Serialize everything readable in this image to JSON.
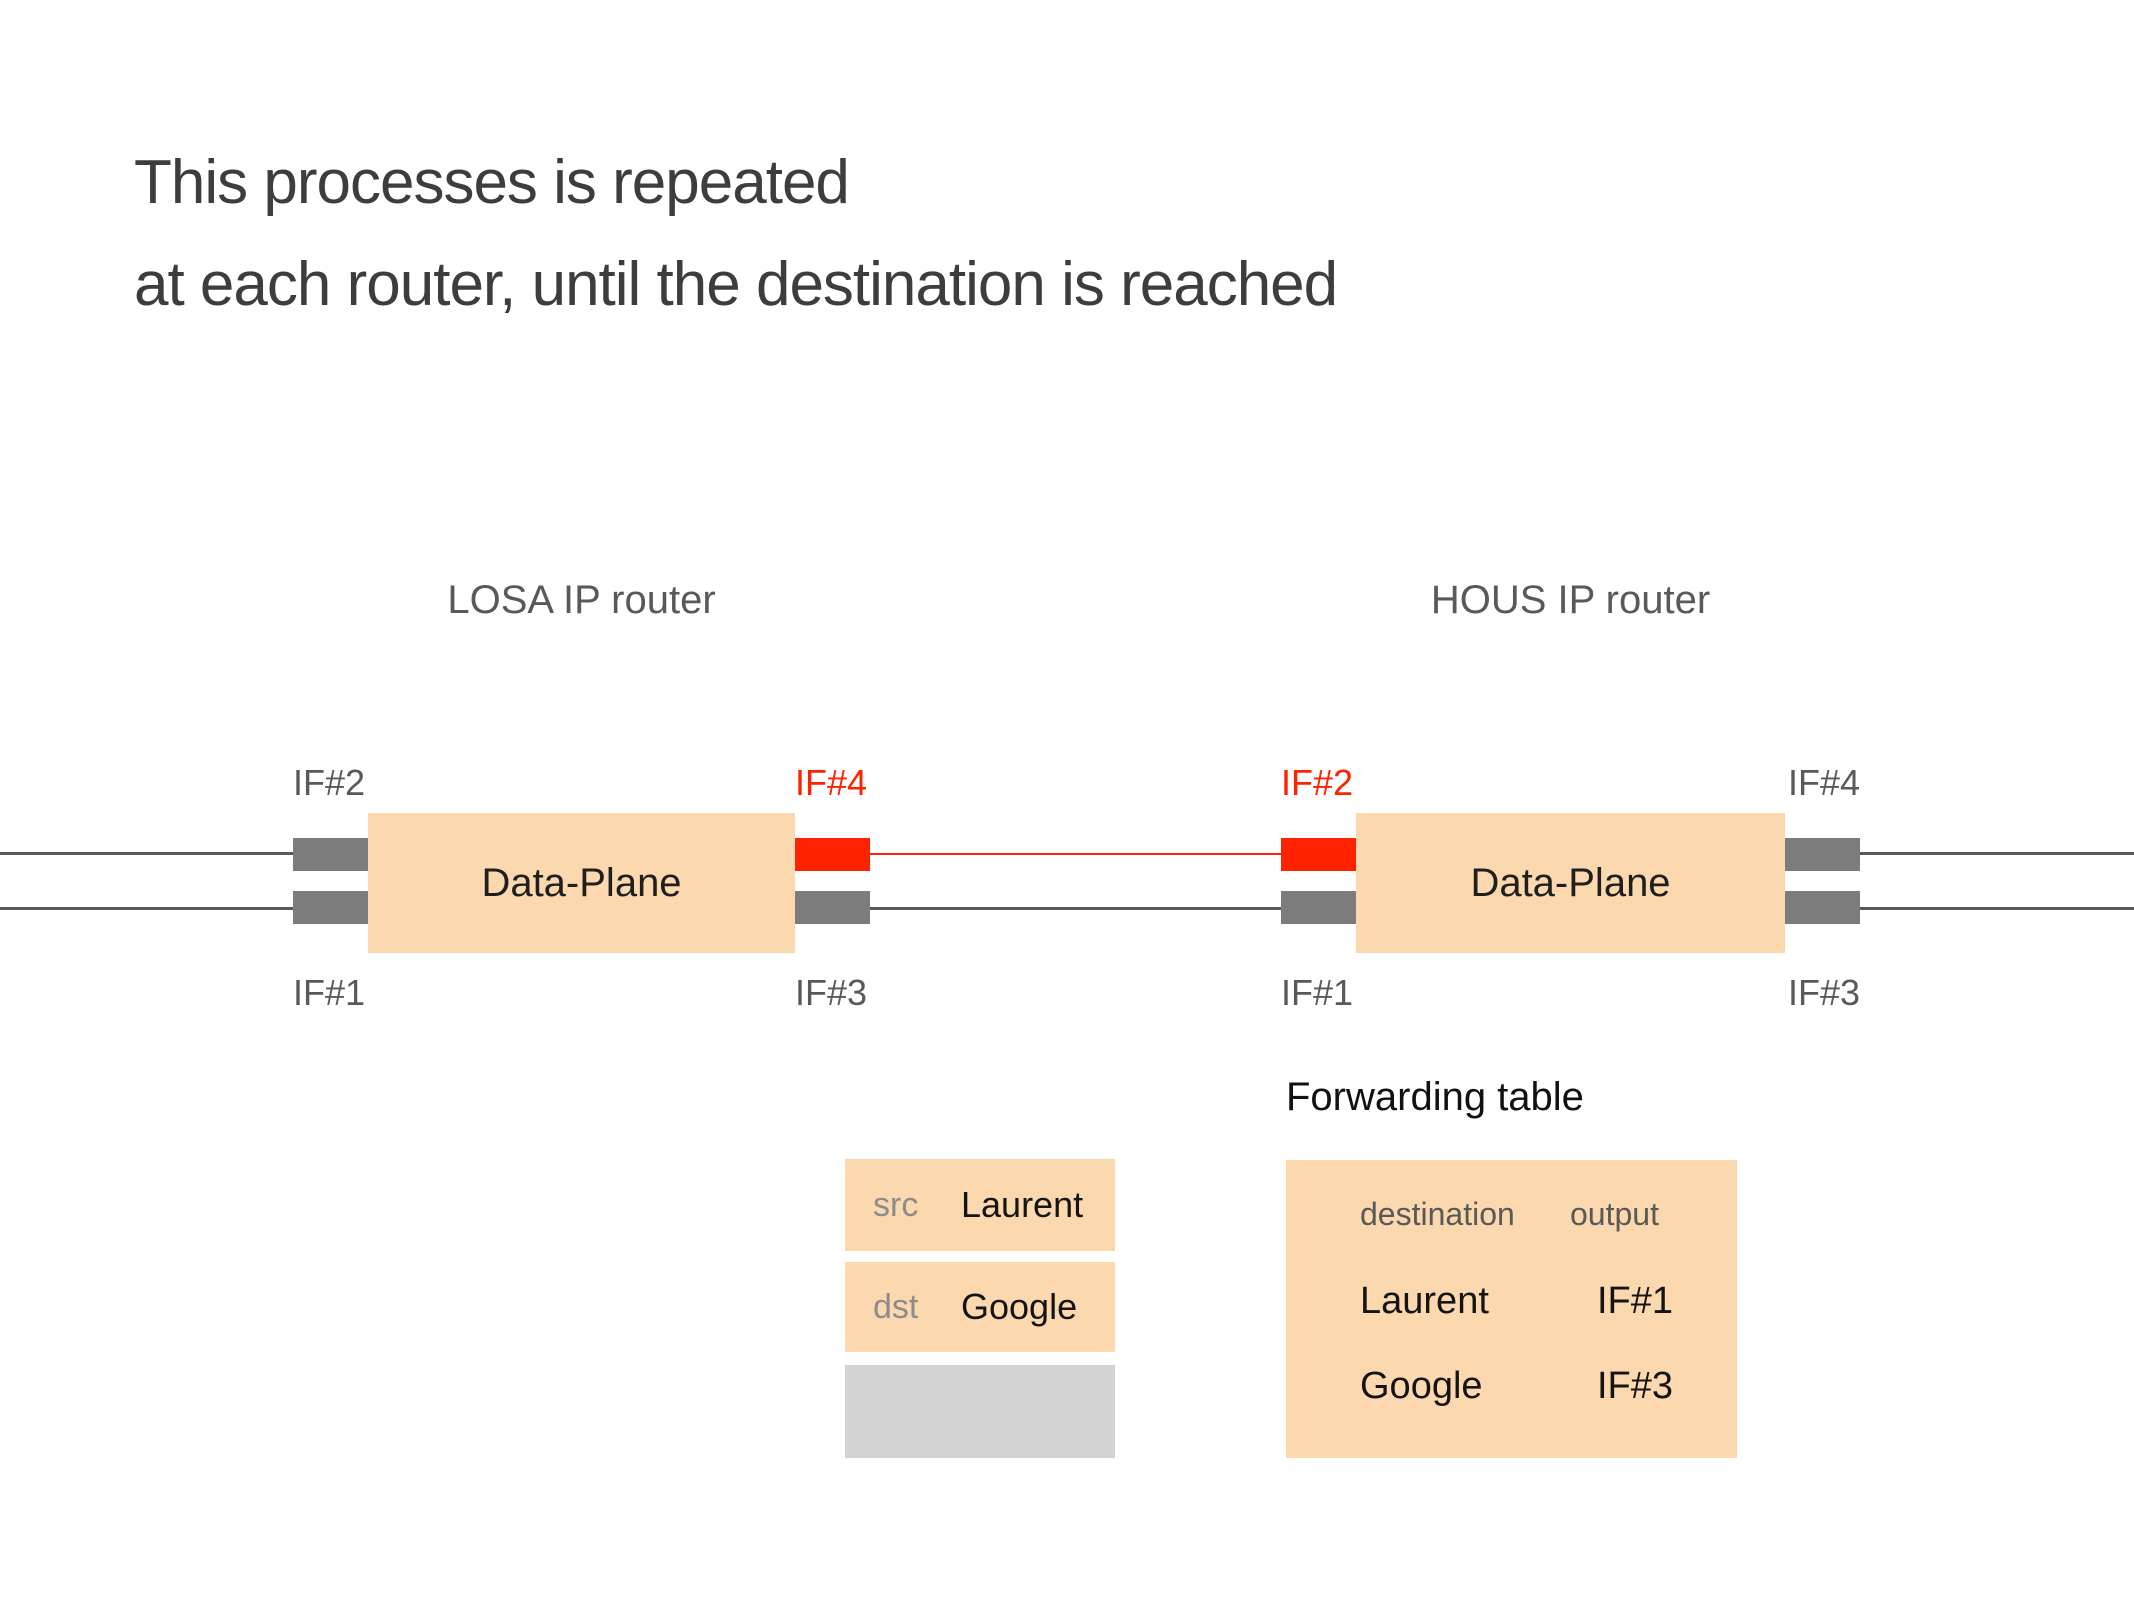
{
  "slide": {
    "title_line1": "This processes is repeated",
    "title_line2": "at each router, until the destination is reached"
  },
  "colors": {
    "peach": "#fbd8ae",
    "highlight_red": "#ff2200",
    "port_gray": "#7c7c7c",
    "wire_gray": "#595959",
    "title_gray": "#3d3d3d",
    "muted_gray": "#8c8c8c",
    "payload_gray": "#d3d3d3",
    "text_black": "#141414"
  },
  "routers": [
    {
      "id": "losa",
      "label": "LOSA IP router",
      "box_label": "Data-Plane",
      "interfaces": {
        "top_left": {
          "label": "IF#2",
          "highlight": false
        },
        "bottom_left": {
          "label": "IF#1",
          "highlight": false
        },
        "top_right": {
          "label": "IF#4",
          "highlight": true
        },
        "bottom_right": {
          "label": "IF#3",
          "highlight": false
        }
      }
    },
    {
      "id": "hous",
      "label": "HOUS IP router",
      "box_label": "Data-Plane",
      "interfaces": {
        "top_left": {
          "label": "IF#2",
          "highlight": true
        },
        "bottom_left": {
          "label": "IF#1",
          "highlight": false
        },
        "top_right": {
          "label": "IF#4",
          "highlight": false
        },
        "bottom_right": {
          "label": "IF#3",
          "highlight": false
        }
      }
    }
  ],
  "packet": {
    "fields": [
      {
        "key": "src",
        "value": "Laurent"
      },
      {
        "key": "dst",
        "value": "Google"
      }
    ]
  },
  "forwarding_table": {
    "title": "Forwarding table",
    "columns": [
      "destination",
      "output"
    ],
    "rows": [
      {
        "destination": "Laurent",
        "output": "IF#1"
      },
      {
        "destination": "Google",
        "output": "IF#3"
      }
    ]
  }
}
